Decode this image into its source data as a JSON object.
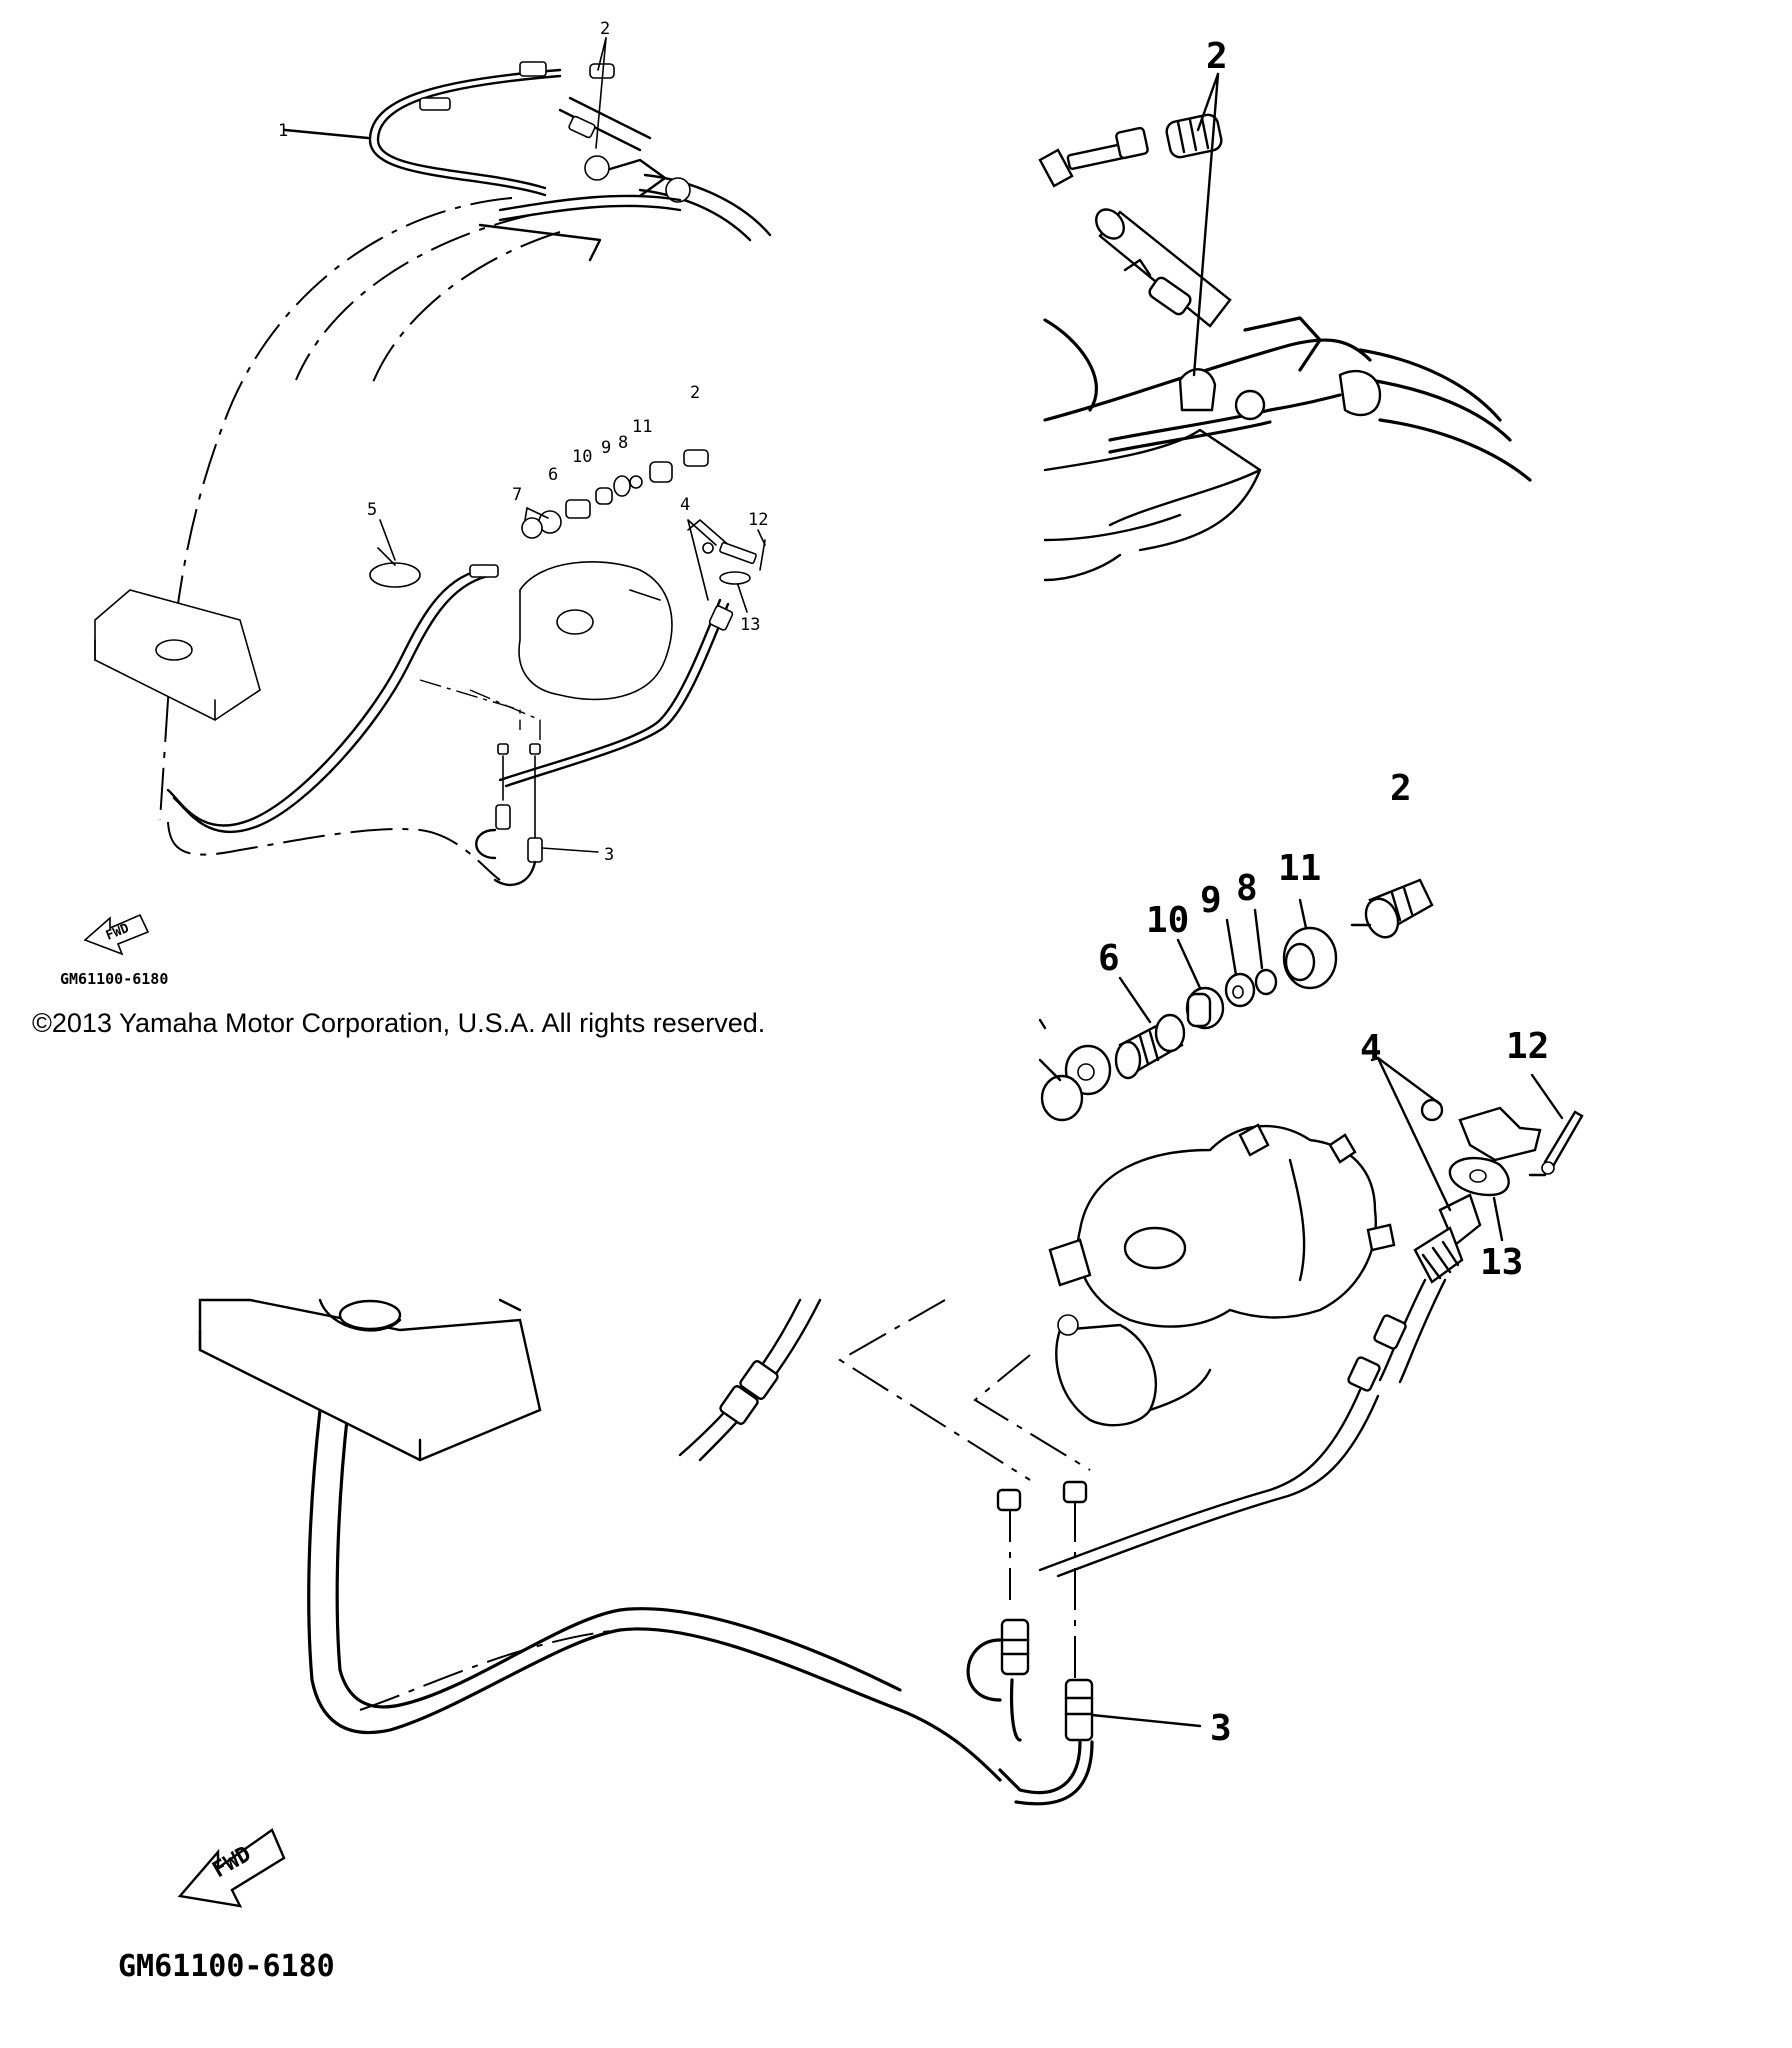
{
  "overview": {
    "callouts": {
      "c1": "1",
      "c2_top": "2",
      "c2_mid": "2",
      "c3": "3",
      "c4": "4",
      "c5": "5",
      "c6": "6",
      "c7": "7",
      "c8": "8",
      "c9": "9",
      "c10": "10",
      "c11": "11",
      "c12": "12",
      "c13": "13"
    },
    "fwd_label": "FWD",
    "drawing_code": "GM61100-6180"
  },
  "detail_top": {
    "callouts": {
      "c2": "2"
    }
  },
  "detail_bottom": {
    "callouts": {
      "c2": "2",
      "c3": "3",
      "c4": "4",
      "c6": "6",
      "c8": "8",
      "c9": "9",
      "c10": "10",
      "c11": "11",
      "c12": "12",
      "c13": "13"
    },
    "fwd_label": "FWD",
    "drawing_code": "GM61100-6180"
  },
  "copyright": "©2013 Yamaha Motor Corporation, U.S.A. All rights reserved."
}
